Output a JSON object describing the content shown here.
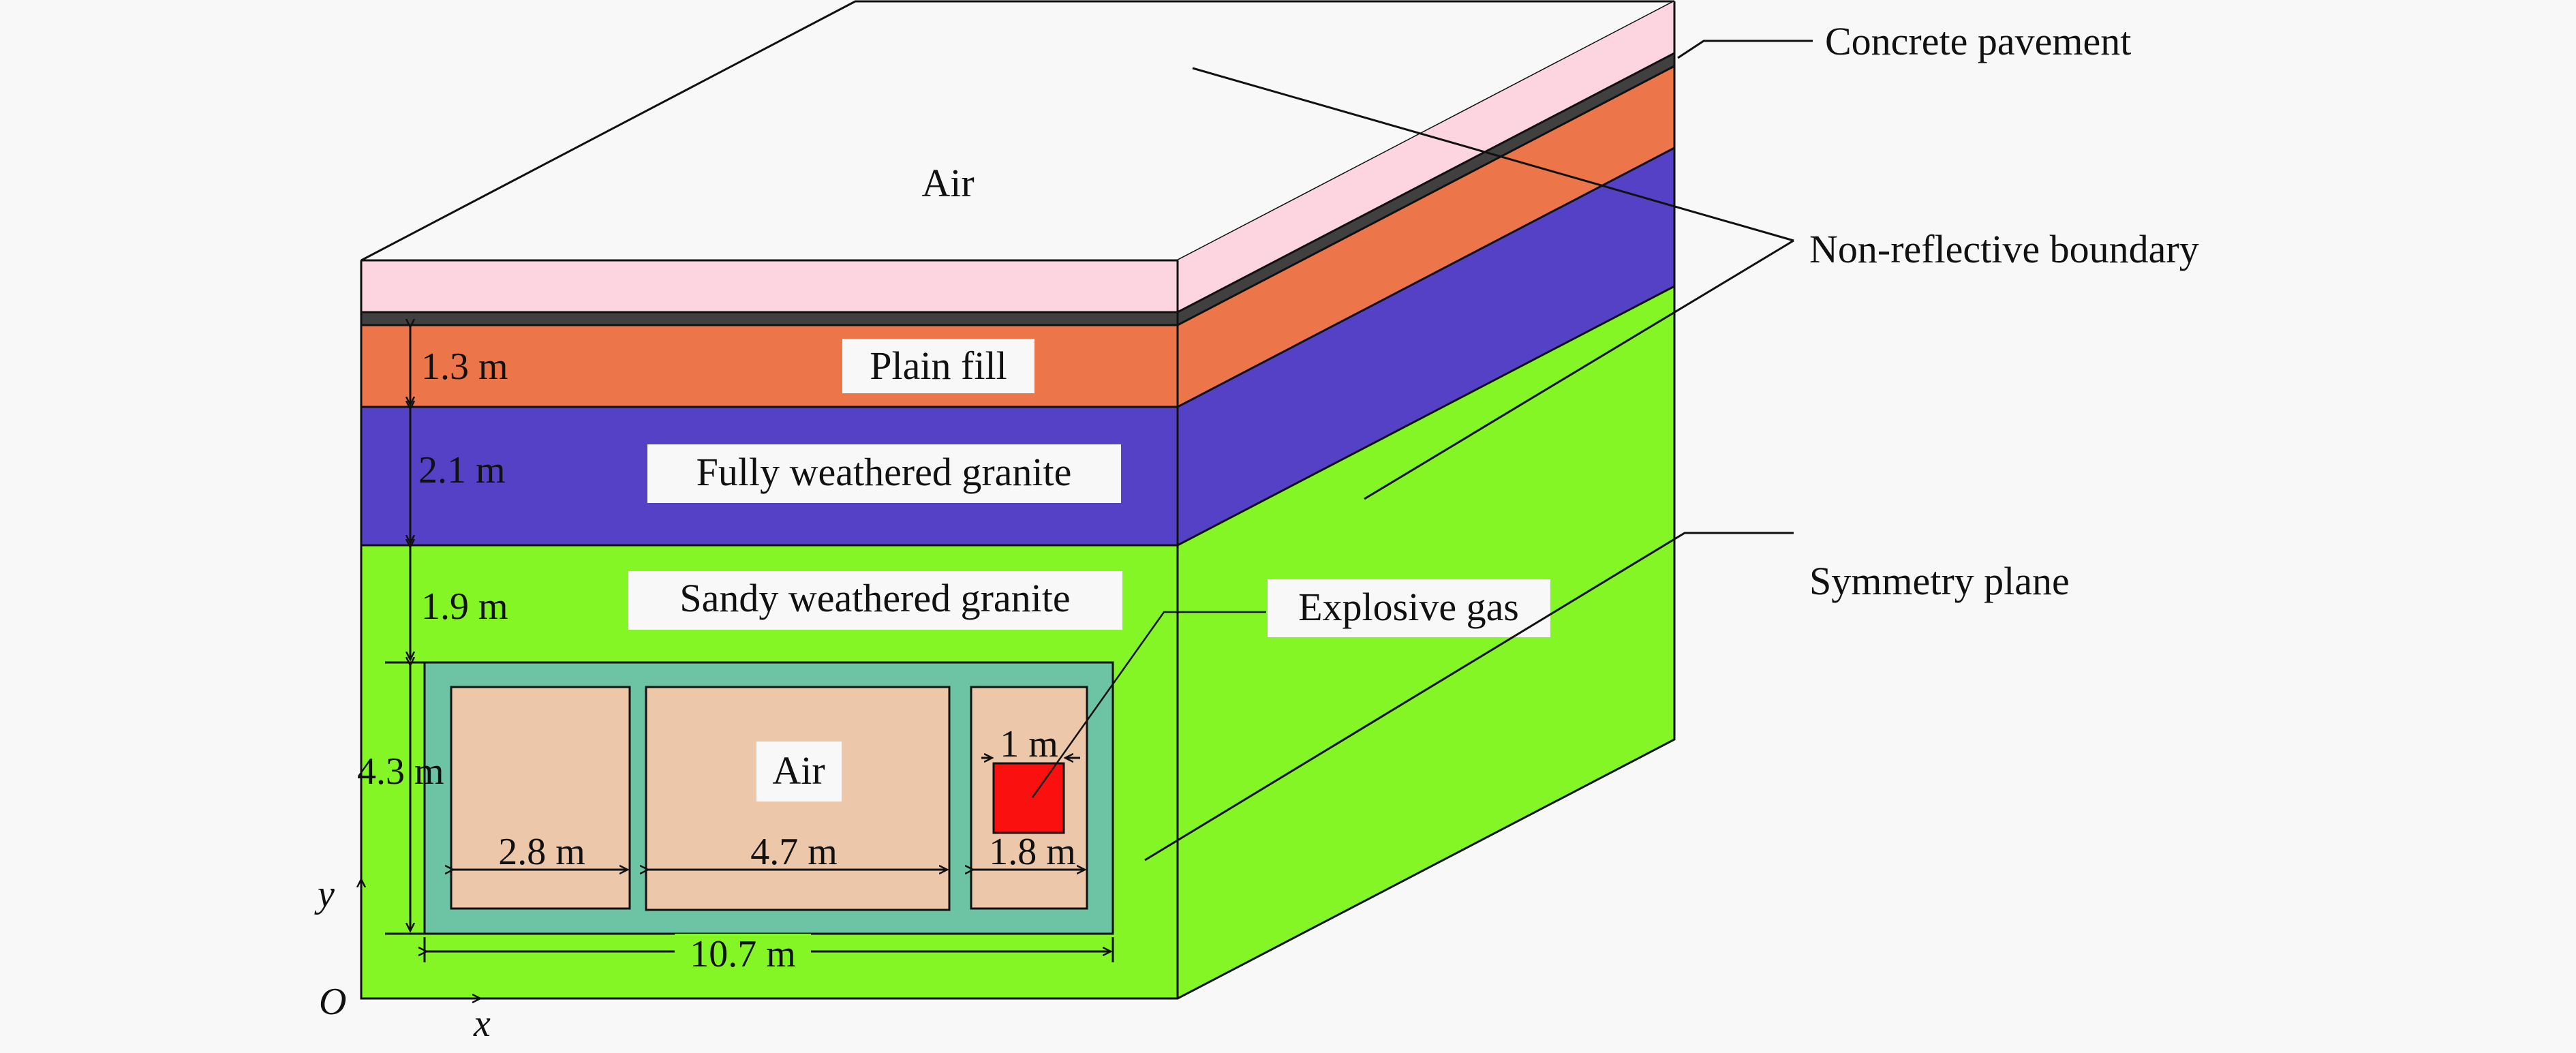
{
  "figure": {
    "background": "#f8f8f8",
    "colors": {
      "air_top": "#fdd5e0",
      "concrete": "#404040",
      "plain_fill": "#ec764a",
      "fully_weathered": "#5541c5",
      "sandy_weathered": "#84f525",
      "tunnel_lining": "#6cc4a5",
      "tunnel_air": "#ecc7aa",
      "explosive": "#fb1010",
      "label_bg": "#f8f8f8"
    },
    "region_labels": {
      "air_top": "Air",
      "plain_fill": "Plain fill",
      "fully_weathered": "Fully weathered granite",
      "sandy_weathered": "Sandy weathered granite",
      "tunnel_air": "Air",
      "explosive_gas": "Explosive gas"
    },
    "callouts": {
      "concrete_pavement": "Concrete pavement",
      "non_reflective_boundary": "Non-reflective boundary",
      "symmetry_plane": "Symmetry plane"
    },
    "dimensions": {
      "plain_fill_thickness": "1.3 m",
      "fully_weathered_thickness": "2.1 m",
      "sandy_to_tunnel": "1.9 m",
      "tunnel_height": "4.3 m",
      "cell_left_width": "2.8 m",
      "cell_middle_width": "4.7 m",
      "cell_right_width": "1.8 m",
      "explosive_width": "1 m",
      "tunnel_total_width": "10.7 m"
    },
    "axes": {
      "origin": "O",
      "x": "x",
      "y": "y"
    }
  }
}
